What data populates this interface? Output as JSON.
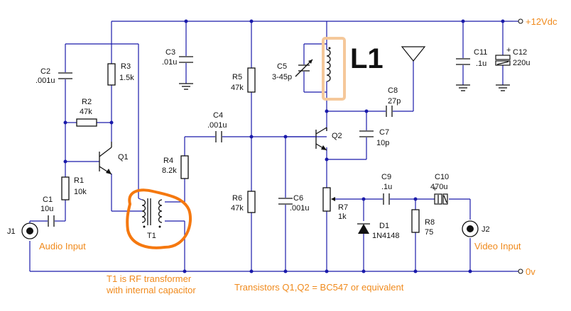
{
  "components": {
    "c2": {
      "ref": "C2",
      "value": ".001u"
    },
    "r3": {
      "ref": "R3",
      "value": "1.5k"
    },
    "r2": {
      "ref": "R2",
      "value": "47k"
    },
    "q1": {
      "ref": "Q1"
    },
    "r1": {
      "ref": "R1",
      "value": "10k"
    },
    "c1": {
      "ref": "C1",
      "value": "10u"
    },
    "j1": {
      "ref": "J1"
    },
    "t1": {
      "ref": "T1"
    },
    "c3": {
      "ref": "C3",
      "value": ".01u"
    },
    "r4": {
      "ref": "R4",
      "value": "8.2k"
    },
    "c4": {
      "ref": "C4",
      "value": ".001u"
    },
    "r5": {
      "ref": "R5",
      "value": "47k"
    },
    "r6": {
      "ref": "R6",
      "value": "47k"
    },
    "c6": {
      "ref": "C6",
      "value": ".001u"
    },
    "c5": {
      "ref": "C5",
      "value": "3-45p"
    },
    "l1": {
      "ref": "L1"
    },
    "q2": {
      "ref": "Q2"
    },
    "c8": {
      "ref": "C8",
      "value": "27p"
    },
    "c7": {
      "ref": "C7",
      "value": "10p"
    },
    "r7": {
      "ref": "R7",
      "value": "1k"
    },
    "c9": {
      "ref": "C9",
      "value": ".1u"
    },
    "c10": {
      "ref": "C10",
      "value": "470u"
    },
    "d1": {
      "ref": "D1",
      "value": "1N4148"
    },
    "r8": {
      "ref": "R8",
      "value": "75"
    },
    "j2": {
      "ref": "J2"
    },
    "c11": {
      "ref": "C11",
      "value": ".1u"
    },
    "c12": {
      "ref": "C12",
      "value": "220u"
    }
  },
  "rails": {
    "supply": "+12Vdc",
    "ground": "0v"
  },
  "labels": {
    "audio_input": "Audio Input",
    "video_input": "Video Input",
    "t1_note_line1": "T1 is RF transformer",
    "t1_note_line2": "with internal capacitor",
    "transistor_note": "Transistors Q1,Q2 = BC547 or equivalent"
  },
  "colors": {
    "wire": "#1a1aaa",
    "note": "#f08a1c",
    "highlight_t1": "#f5780f",
    "highlight_l1": "#f5c89a"
  }
}
